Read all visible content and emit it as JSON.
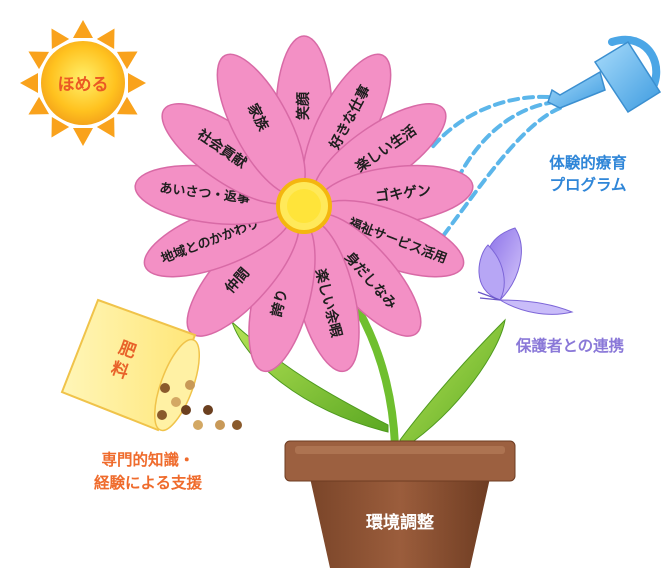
{
  "sun": {
    "label": "ほめる"
  },
  "petals": [
    "笑顔",
    "好きな仕事",
    "楽しい生活",
    "ゴキゲン",
    "福祉サービス活用",
    "身だしなみ",
    "楽しい余暇",
    "誇り",
    "仲間",
    "地域とのかかわり",
    "あいさつ・返事",
    "社会貢献",
    "家族"
  ],
  "watering_can": {
    "line1": "体験的療育",
    "line2": "プログラム"
  },
  "butterfly": {
    "label": "保護者との連携"
  },
  "fertilizer": {
    "bag_label": "肥料",
    "line1": "専門的知識・",
    "line2": "経験による支援"
  },
  "pot": {
    "label": "環境調整"
  },
  "colors": {
    "petal": "#f390c5",
    "petal_edge": "#d86aa6",
    "center": "#f4c318",
    "leaf": "#7cc832",
    "pot": "#8d5436",
    "sun": "#f9a21c",
    "water": "#5cb6ea",
    "butterfly": "#a58ff0"
  }
}
